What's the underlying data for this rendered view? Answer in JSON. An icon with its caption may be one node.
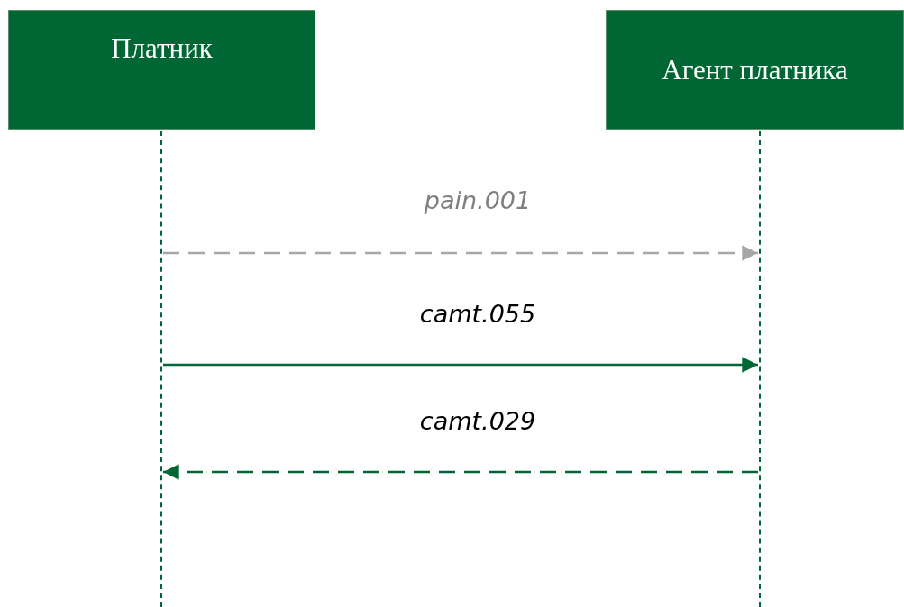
{
  "diagram": {
    "nodes": [
      {
        "text": [
          "Платник"
        ]
      },
      {
        "text": [
          "Агент платника"
        ]
      },
      {
        "text": [],
        "shape": "bar"
      },
      {
        "text": [],
        "shape": "bar"
      }
    ],
    "edges": [
      {
        "from": 2,
        "to": 3,
        "arrow": "to",
        "label": "pain.001",
        "style": "dashed",
        "color": "#a6a6a6"
      },
      {
        "from": 2,
        "to": 3,
        "arrow": "to",
        "label": "camt.055"
      },
      {
        "from": 3,
        "to": 2,
        "arrow": "to",
        "label": "camt.029",
        "style": "dashed"
      }
    ]
  }
}
